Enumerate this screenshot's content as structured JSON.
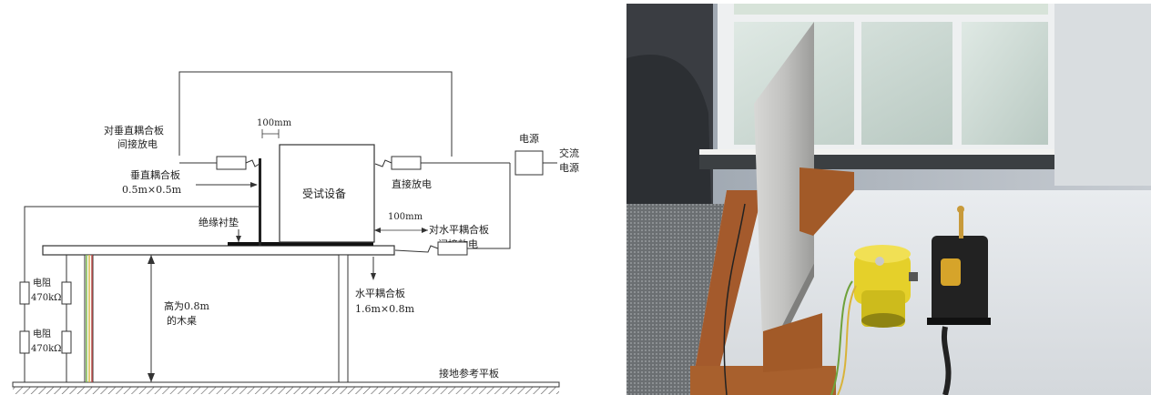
{
  "diagram": {
    "label_vcp_indirect_1": "对垂直耦合板",
    "label_vcp_indirect_2": "间接放电",
    "label_100mm_top": "100mm",
    "label_vcp_1": "垂直耦合板",
    "label_vcp_2": "0.5m×0.5m",
    "label_eut": "受试设备",
    "label_direct": "直接放电",
    "label_power": "电源",
    "label_ac_1": "交流",
    "label_ac_2": "电源",
    "label_insulation": "绝缘衬垫",
    "label_100mm_right": "100mm",
    "label_hcp_indirect_1": "对水平耦合板",
    "label_hcp_indirect_2": "间接放电",
    "label_hcp_1": "水平耦合板",
    "label_hcp_2": "1.6m×0.8m",
    "label_table_1": "高为0.8m",
    "label_table_2": "的木桌",
    "resistor_1_name": "电阻",
    "resistor_1_value": "470kΩ",
    "resistor_2_name": "电阻",
    "resistor_2_value": "470kΩ",
    "label_ground_plane": "接地参考平板"
  },
  "colors": {
    "line": "#333333",
    "wire_green": "#7ab648",
    "wire_yellow": "#d9b84a",
    "wire_red": "#c0504d"
  }
}
